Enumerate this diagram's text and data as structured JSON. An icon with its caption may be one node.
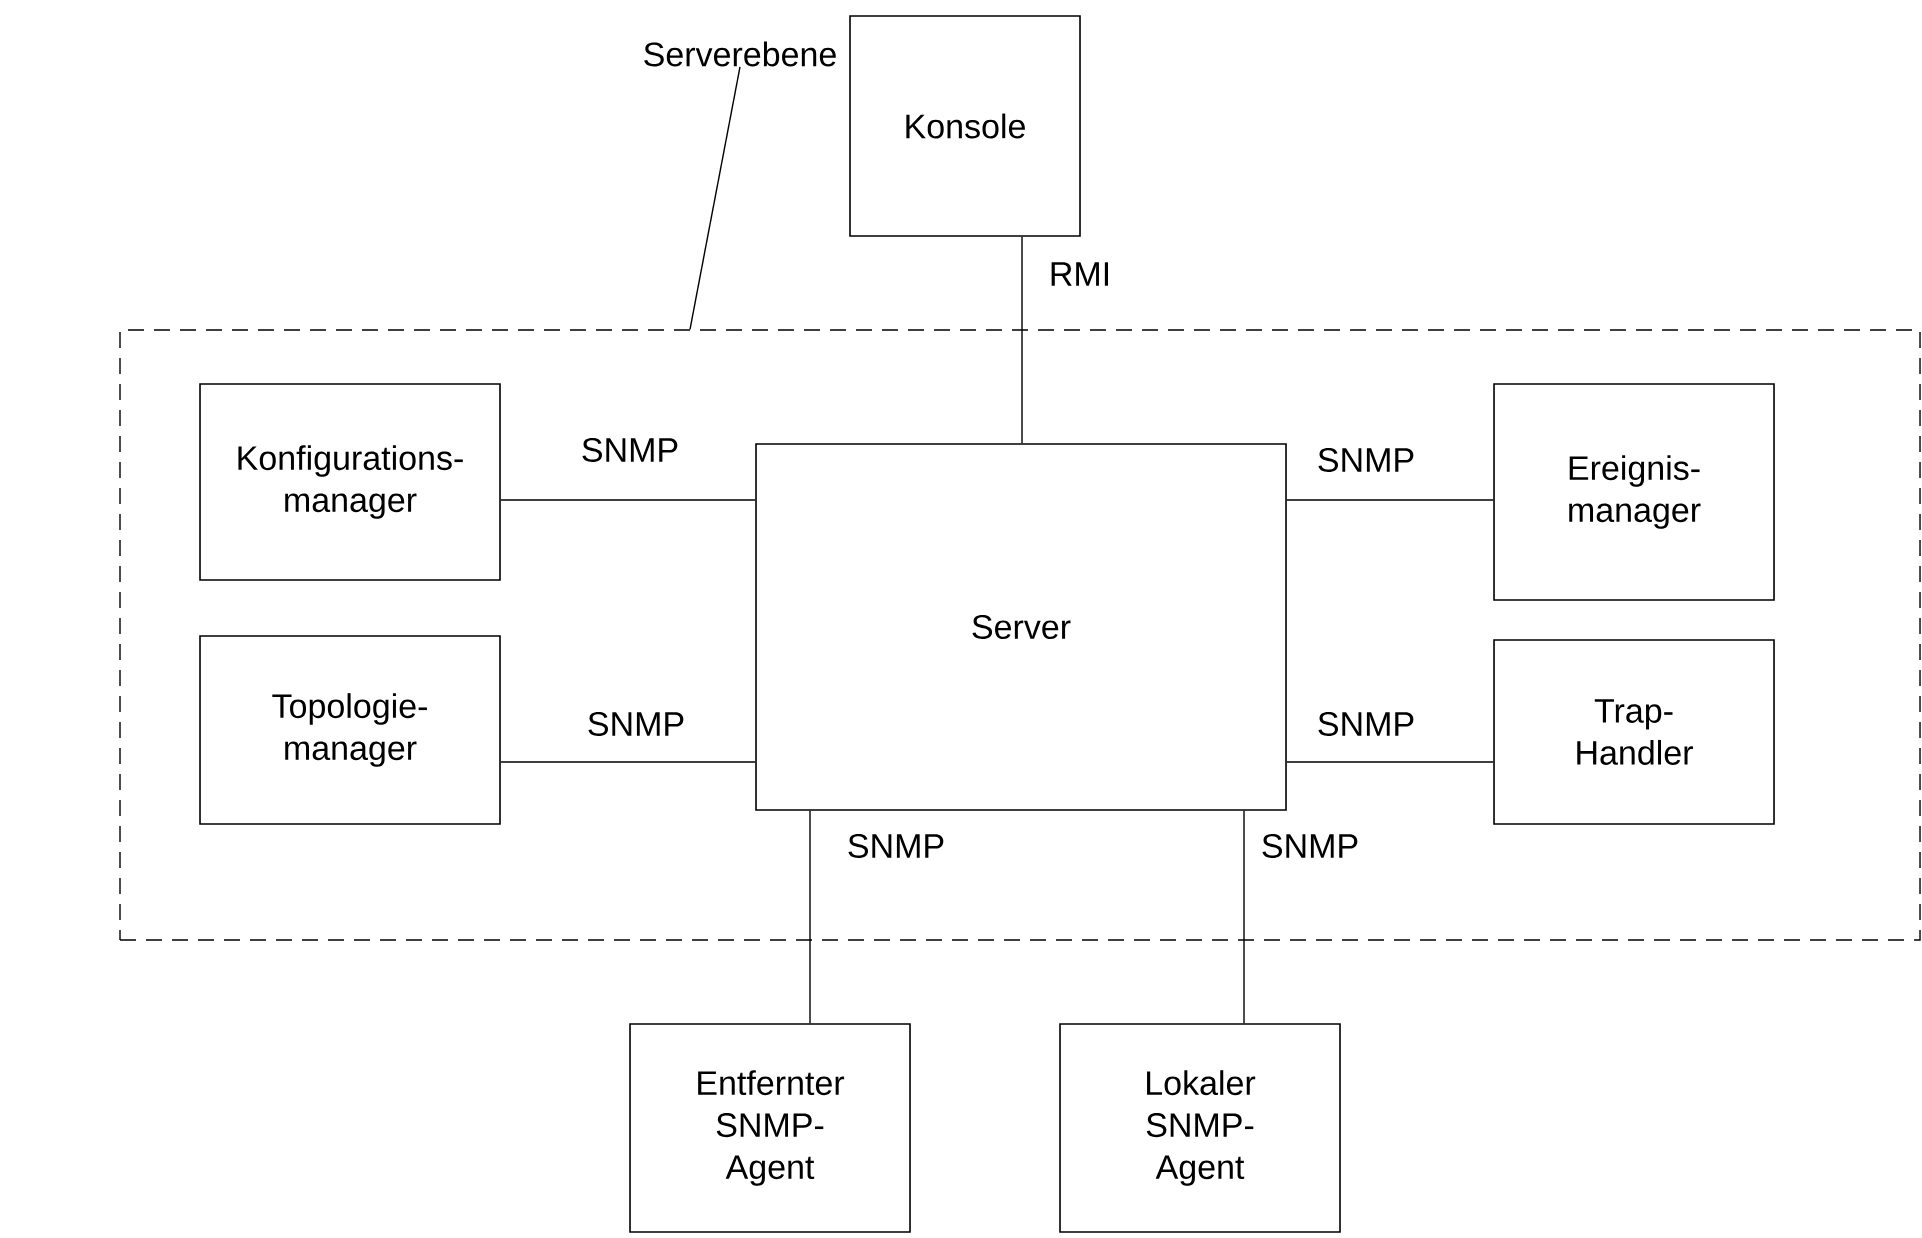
{
  "diagram": {
    "nodes": [
      {
        "text": [
          "Serverebene"
        ]
      },
      {
        "text": [
          "Konsole"
        ]
      },
      {
        "text": [],
        "shape": "box"
      },
      {
        "text": [
          "Konfigurations- manager"
        ],
        "in": 2
      },
      {
        "text": [
          "Server"
        ],
        "in": 2
      },
      {
        "text": [
          "Ereignis- manager"
        ],
        "in": 2
      },
      {
        "text": [
          "Topologie- manager"
        ],
        "in": 2
      },
      {
        "text": [
          "Trap- Handler"
        ],
        "in": 2
      },
      {
        "text": [
          "Entfernter SNMP- Agent"
        ]
      },
      {
        "text": [
          "Lokaler SNMP- Agent"
        ]
      }
    ],
    "edges": [
      {
        "from": 0,
        "to": 2,
        "arrow": "none"
      },
      {
        "from": 1,
        "to": 4,
        "arrow": "none",
        "label": "RMI"
      },
      {
        "from": 3,
        "to": 4,
        "arrow": "none",
        "label": "SNMP"
      },
      {
        "from": 4,
        "to": 5,
        "arrow": "none",
        "label": "SNMP"
      },
      {
        "from": 6,
        "to": 4,
        "arrow": "none",
        "label": "SNMP"
      },
      {
        "from": 4,
        "to": 7,
        "arrow": "none",
        "label": "SNMP"
      },
      {
        "from": 4,
        "to": 8,
        "arrow": "none",
        "label": "SNMP"
      },
      {
        "from": 4,
        "to": 9,
        "arrow": "none",
        "label": "SNMP"
      }
    ]
  }
}
